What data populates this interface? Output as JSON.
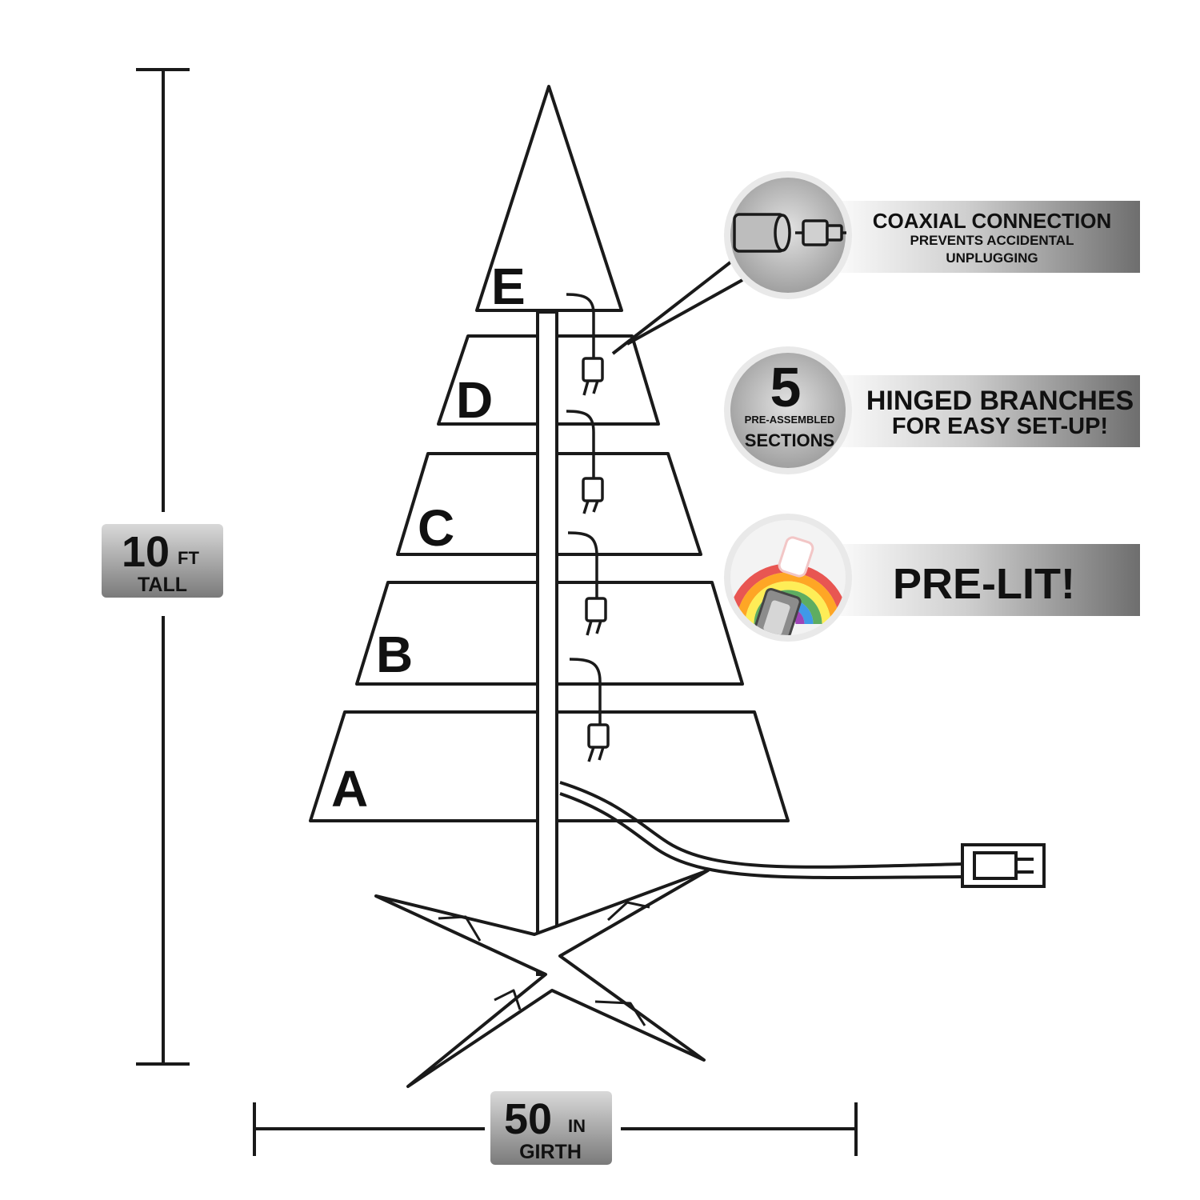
{
  "height_badge": {
    "number": "10",
    "unit": "FT",
    "label": "TALL"
  },
  "girth_badge": {
    "number": "50",
    "unit": "IN",
    "label": "GIRTH"
  },
  "sections": [
    {
      "letter": "E"
    },
    {
      "letter": "D"
    },
    {
      "letter": "C"
    },
    {
      "letter": "B"
    },
    {
      "letter": "A"
    }
  ],
  "callouts": {
    "coaxial": {
      "icon": "coaxial-plug-icon",
      "title": "COAXIAL CONNECTION",
      "line1": "PREVENTS ACCIDENTAL",
      "line2": "UNPLUGGING"
    },
    "sections": {
      "number": "5",
      "small": "PRE-ASSEMBLED",
      "word": "SECTIONS",
      "title": "HINGED BRANCHES",
      "subtitle": "FOR EASY SET-UP!"
    },
    "prelit": {
      "icon": "rainbow-bulb-icon",
      "title": "PRE-LIT!"
    }
  },
  "colors": {
    "line": "#1a1a1a",
    "badge_dark": "#6f6f6f",
    "badge_light": "#e8e8e8",
    "rainbow": [
      "#e53935",
      "#ff9800",
      "#ffeb3b",
      "#43a047",
      "#1e88e5",
      "#8e24aa"
    ]
  }
}
